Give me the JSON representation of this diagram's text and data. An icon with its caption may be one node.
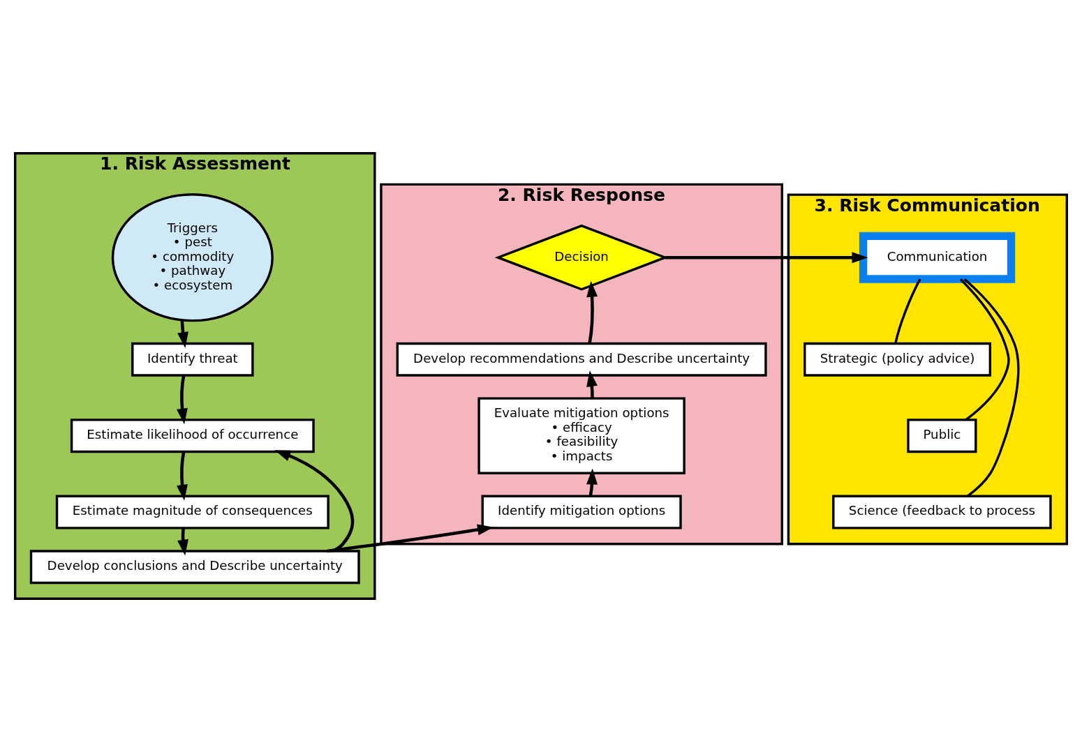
{
  "diagram": {
    "nodes": [
      {
        "text": [
          "1. Risk Assessment"
        ]
      },
      {
        "text": [
          "Triggers",
          "• pest",
          "• commodity",
          "• pathway",
          "• ecosystem"
        ],
        "in": 0
      },
      {
        "text": [
          "Identify threat"
        ],
        "in": 0
      },
      {
        "text": [
          "Estimate likelihood of occurrence"
        ],
        "in": 0
      },
      {
        "text": [
          "Estimate magnitude of consequences"
        ],
        "in": 0
      },
      {
        "text": [
          "Develop conclusions and Describe uncertainty"
        ],
        "in": 0
      },
      {
        "text": [
          "2. Risk Response"
        ]
      },
      {
        "text": [
          "Decision"
        ],
        "in": 6
      },
      {
        "text": [
          "Develop recommendations and Describe uncertainty"
        ],
        "in": 6
      },
      {
        "text": [
          "Evaluate mitigation options",
          "• efficacy",
          "• feasibility",
          "• impacts"
        ],
        "in": 6
      },
      {
        "text": [
          "Identify mitigation options"
        ],
        "in": 6
      },
      {
        "text": [
          "3. Risk Communication"
        ]
      },
      {
        "text": [
          "Communication"
        ],
        "in": 11
      },
      {
        "text": [
          "Strategic (policy advice)"
        ],
        "in": 11
      },
      {
        "text": [
          "Public"
        ],
        "in": 11
      },
      {
        "text": [
          "Science (feedback to process"
        ],
        "in": 11
      }
    ],
    "edges": [
      {
        "from": 1,
        "to": 2,
        "arrow": "to"
      },
      {
        "from": 2,
        "to": 3,
        "arrow": "to"
      },
      {
        "from": 3,
        "to": 4,
        "arrow": "to"
      },
      {
        "from": 4,
        "to": 5,
        "arrow": "to"
      },
      {
        "from": 5,
        "to": 3,
        "arrow": "to"
      },
      {
        "from": 5,
        "to": 10,
        "arrow": "to"
      },
      {
        "from": 10,
        "to": 9,
        "arrow": "to"
      },
      {
        "from": 9,
        "to": 8,
        "arrow": "to"
      },
      {
        "from": 8,
        "to": 7,
        "arrow": "to"
      },
      {
        "from": 7,
        "to": 12,
        "arrow": "to"
      },
      {
        "from": 12,
        "to": 13,
        "arrow": "none"
      },
      {
        "from": 12,
        "to": 14,
        "arrow": "none"
      },
      {
        "from": 12,
        "to": 15,
        "arrow": "none"
      }
    ]
  }
}
